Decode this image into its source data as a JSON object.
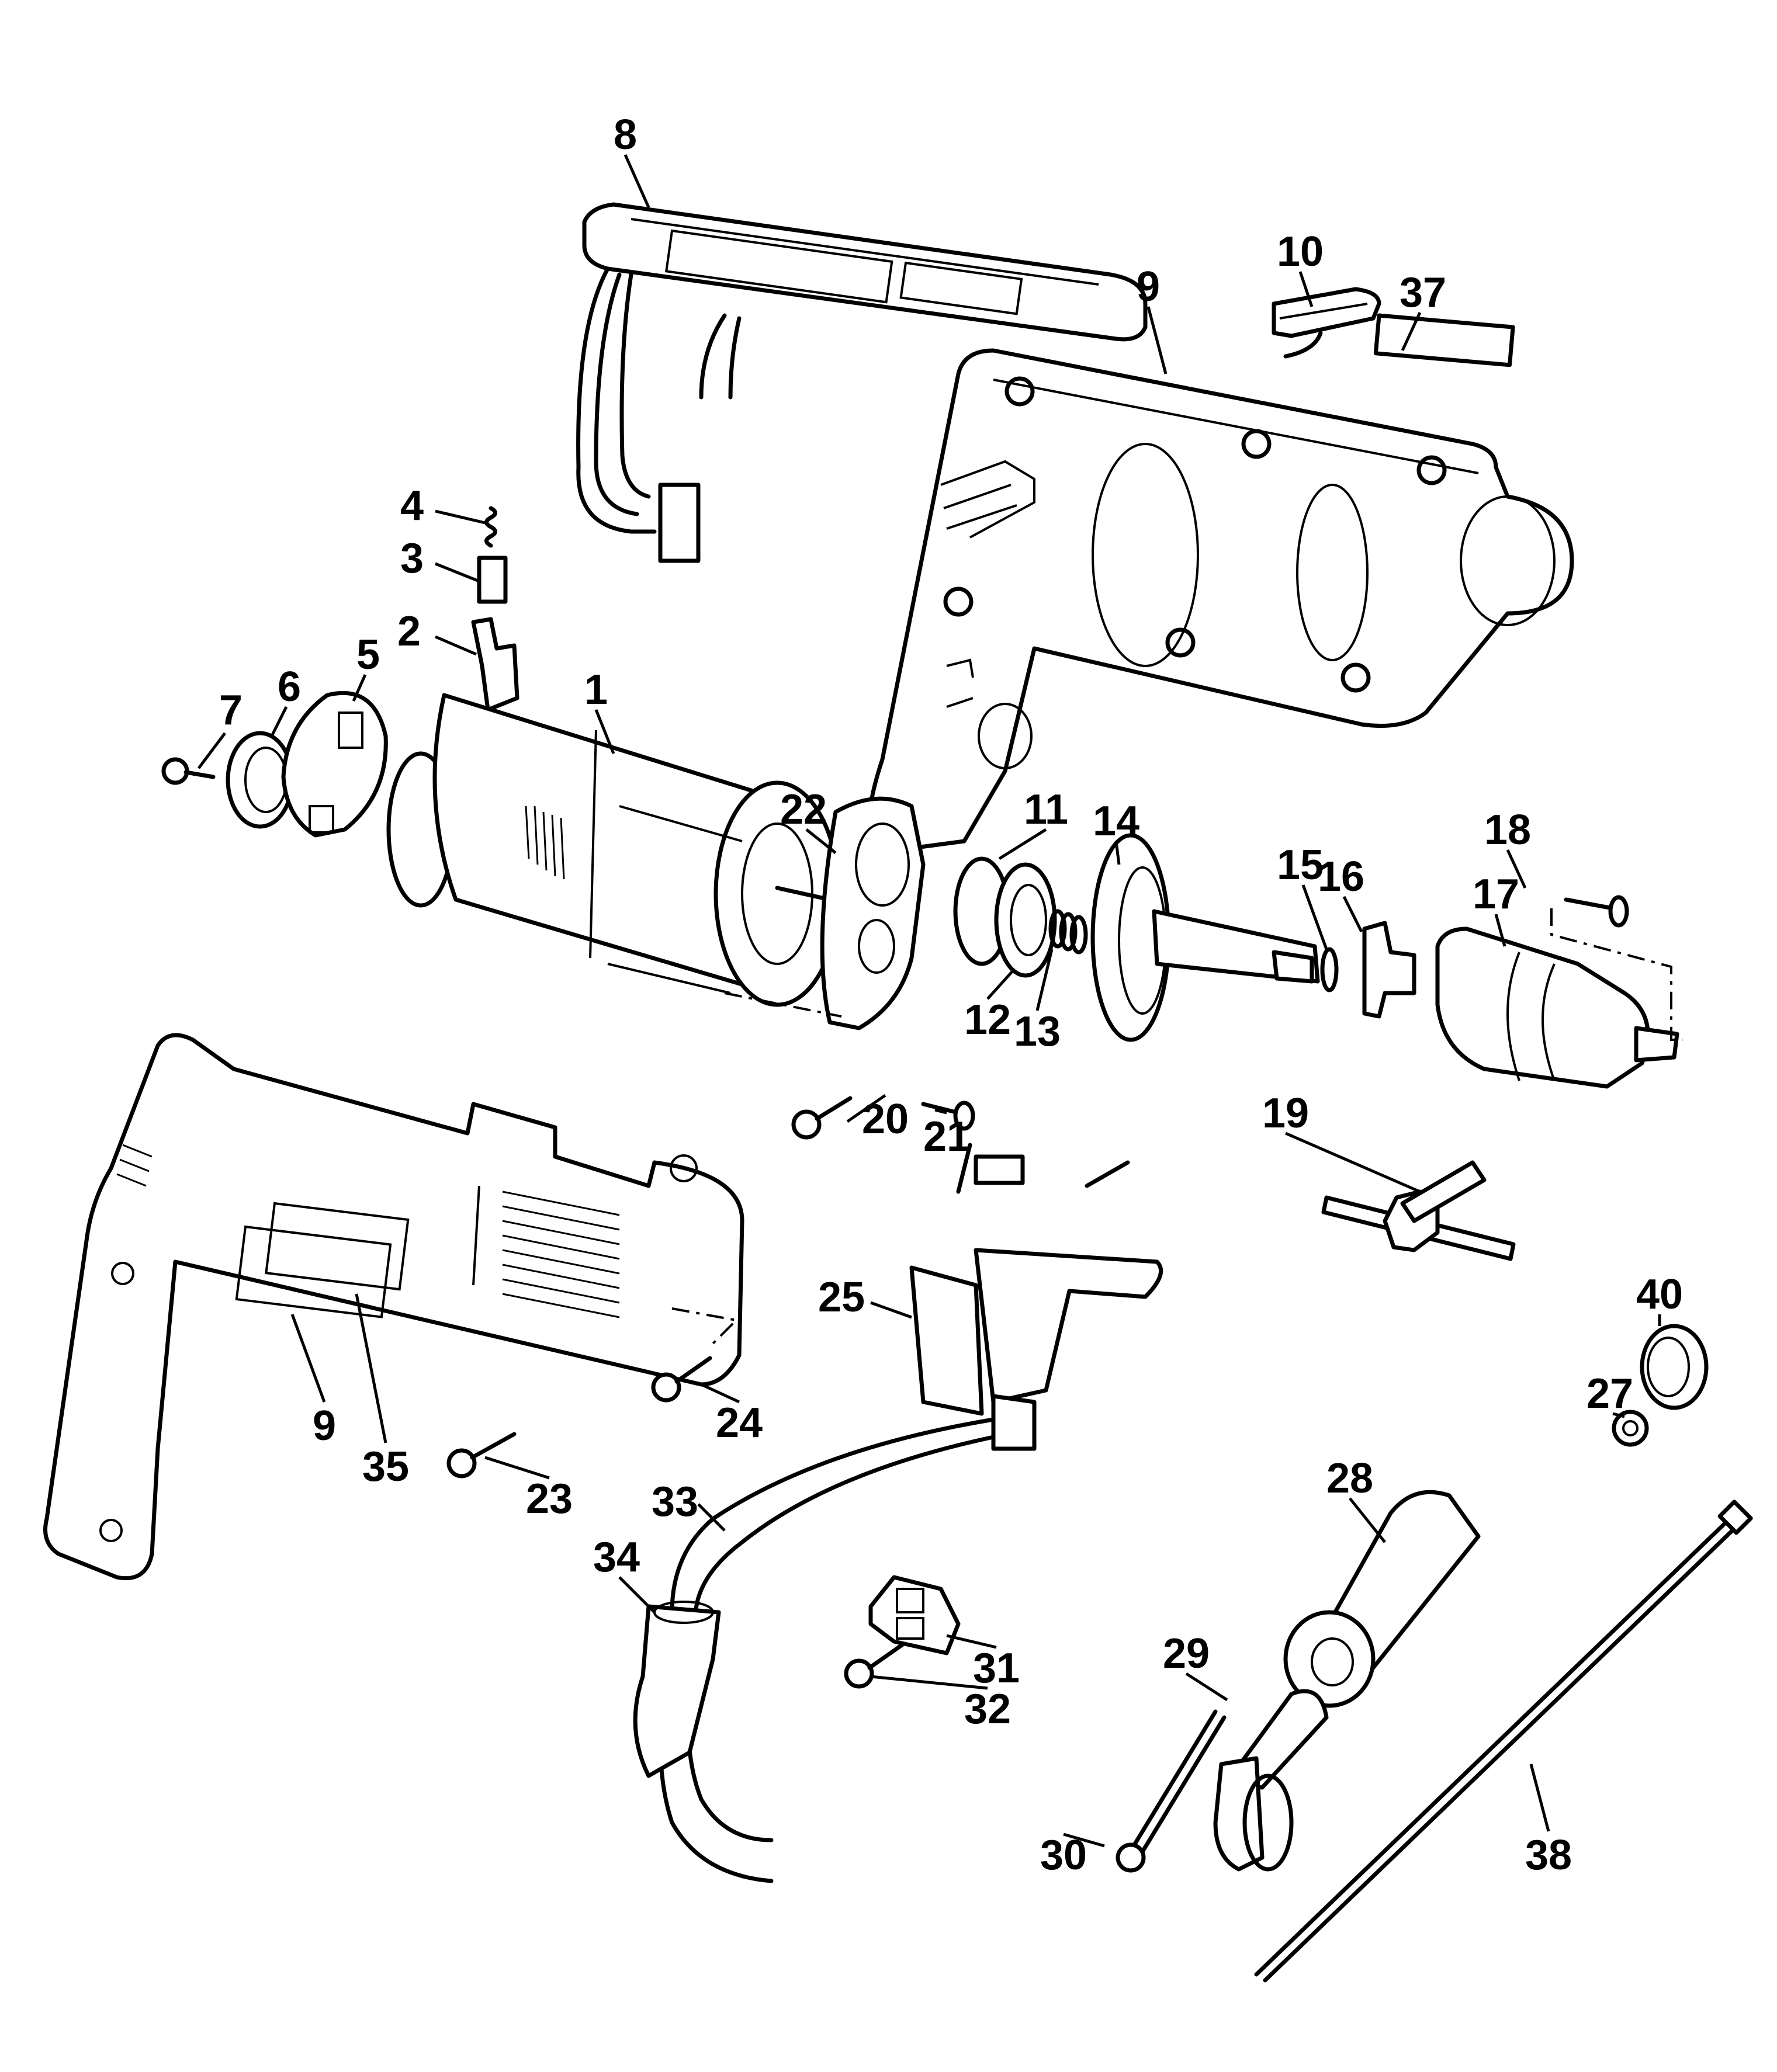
{
  "diagram": {
    "type": "exploded-parts-diagram",
    "subject": "drill",
    "callouts": [
      {
        "id": "p8",
        "label": "8"
      },
      {
        "id": "p10",
        "label": "10"
      },
      {
        "id": "p9a",
        "label": "9"
      },
      {
        "id": "p37",
        "label": "37"
      },
      {
        "id": "p4",
        "label": "4"
      },
      {
        "id": "p3",
        "label": "3"
      },
      {
        "id": "p2",
        "label": "2"
      },
      {
        "id": "p5",
        "label": "5"
      },
      {
        "id": "p6",
        "label": "6"
      },
      {
        "id": "p7",
        "label": "7"
      },
      {
        "id": "p1",
        "label": "1"
      },
      {
        "id": "p22",
        "label": "22"
      },
      {
        "id": "p11",
        "label": "11"
      },
      {
        "id": "p14",
        "label": "14"
      },
      {
        "id": "p18",
        "label": "18"
      },
      {
        "id": "p15",
        "label": "15"
      },
      {
        "id": "p16",
        "label": "16"
      },
      {
        "id": "p17",
        "label": "17"
      },
      {
        "id": "p12",
        "label": "12"
      },
      {
        "id": "p13",
        "label": "13"
      },
      {
        "id": "p20",
        "label": "20"
      },
      {
        "id": "p21",
        "label": "21"
      },
      {
        "id": "p19",
        "label": "19"
      },
      {
        "id": "p25",
        "label": "25"
      },
      {
        "id": "p40",
        "label": "40"
      },
      {
        "id": "p27",
        "label": "27"
      },
      {
        "id": "p9b",
        "label": "9"
      },
      {
        "id": "p24",
        "label": "24"
      },
      {
        "id": "p35",
        "label": "35"
      },
      {
        "id": "p23",
        "label": "23"
      },
      {
        "id": "p33",
        "label": "33"
      },
      {
        "id": "p28",
        "label": "28"
      },
      {
        "id": "p34",
        "label": "34"
      },
      {
        "id": "p31",
        "label": "31"
      },
      {
        "id": "p29",
        "label": "29"
      },
      {
        "id": "p32",
        "label": "32"
      },
      {
        "id": "p30",
        "label": "30"
      },
      {
        "id": "p38",
        "label": "38"
      }
    ]
  },
  "colors": {
    "ink": "#000000",
    "paper": "#ffffff"
  }
}
